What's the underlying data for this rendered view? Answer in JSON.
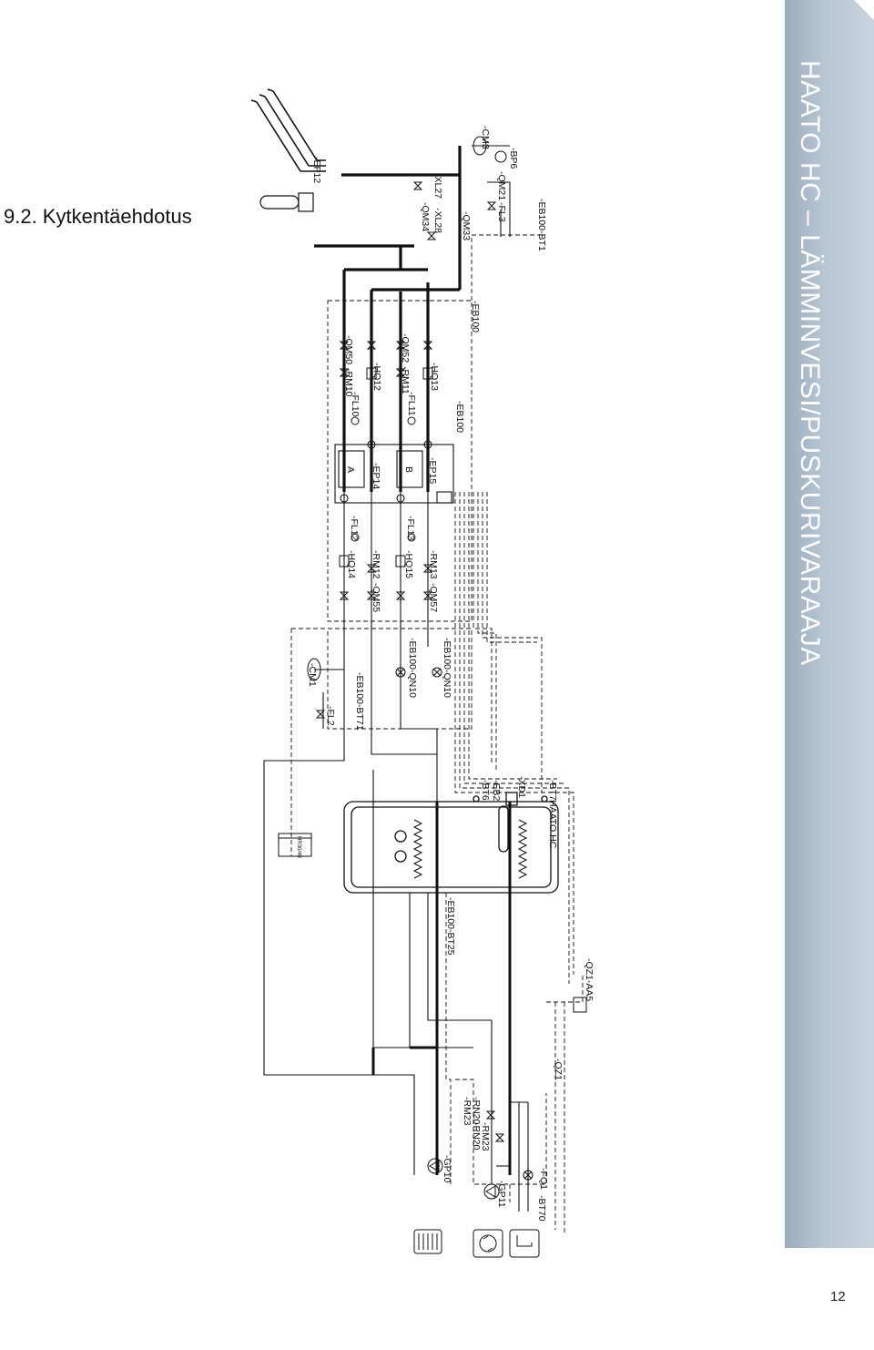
{
  "page": {
    "title": "9.2. Kytkentäehdotus",
    "banner": "HAATO HC – LÄMMINVESI/PUSKURIVARAAJA",
    "page_number": "12"
  },
  "diagram": {
    "labels": {
      "ep12": "-EP12",
      "cm3": "-CM3",
      "bp6": "-BP6",
      "qm21": "-QM21",
      "fl3": "-FL3",
      "xl27": "-XL27",
      "qm34": "-QM34",
      "xl28": "-XL28",
      "qm33": "-QM33",
      "eb100_bt1": "-EB100-BT1",
      "eb100_a": "-EB100",
      "eb100_b": "-EB100",
      "qm50": "-QM50",
      "rm10": "-RM10",
      "fl10": "-FL10",
      "hq12": "-HQ12",
      "qm52": "-QM52",
      "rm11": "-RM11",
      "fl11": "-FL11",
      "hq13": "-HQ13",
      "ep14": "-EP14",
      "ep15": "-EP15",
      "mod_a": "A",
      "mod_b": "B",
      "fl12": "-FL12",
      "hq14": "-HQ14",
      "rm12": "-RM12",
      "qm55": "-QM55",
      "fl13": "-FL13",
      "hq15": "-HQ15",
      "rm13": "-RM13",
      "qm57": "-QM57",
      "cm1": "-CM1",
      "fl2": "-FL2",
      "eb100_bt71": "-EB100-BT71",
      "eb100_qn10_a": "-EB100-QN10",
      "eb100_qn10_b": "-EB100-QN10",
      "xd1": "-XD1",
      "eb2": "-EB2",
      "bt6": "-BT6",
      "bt7": "-BT7",
      "haato_hc": "HAATO HC",
      "hr": "HR30/40",
      "eb100_bt25": "-EB100-BT25",
      "qz1_aa5": "-QZ1-AA5",
      "qz1": "-QZ1",
      "rm23_a": "-RM23",
      "rn20_a": "-RN20",
      "rm23_b": "-RM23",
      "rn20_b": "-RN20",
      "gp10": "-GP10",
      "gp11": "-GP11",
      "fq1": "-FQ1",
      "bt70": "-BT70"
    }
  }
}
